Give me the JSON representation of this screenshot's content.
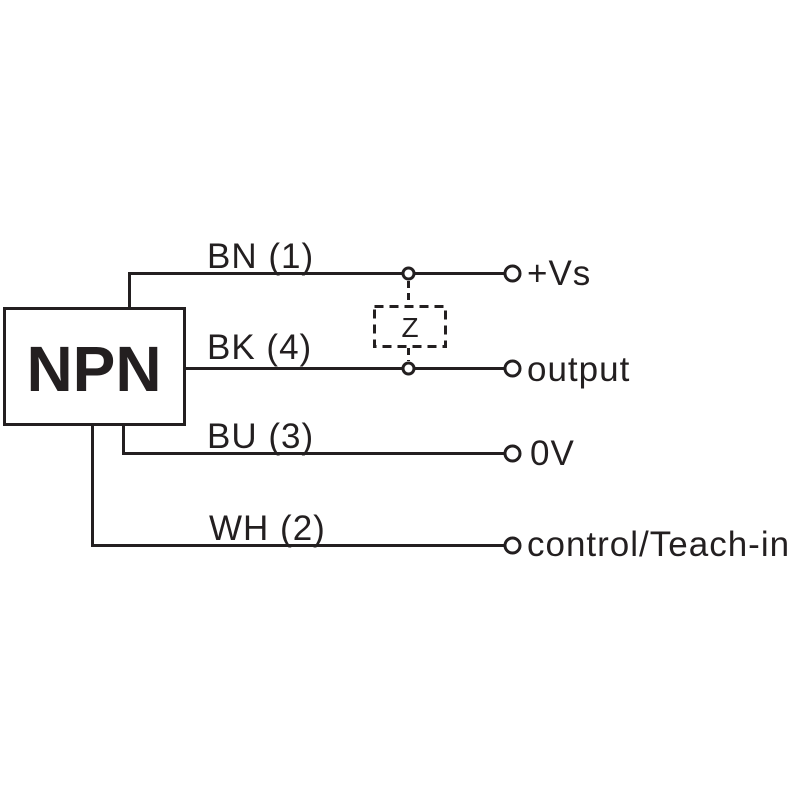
{
  "device": {
    "label": "NPN"
  },
  "load": {
    "label": "Z"
  },
  "wires": [
    {
      "label": "BN (1)",
      "terminal": "+Vs"
    },
    {
      "label": "BK (4)",
      "terminal": "output"
    },
    {
      "label": "BU (3)",
      "terminal": "0V"
    },
    {
      "label": "WH (2)",
      "terminal": "control/Teach-in"
    }
  ],
  "colors": {
    "line": "#231f20",
    "text": "#231f20",
    "background": "#ffffff"
  }
}
